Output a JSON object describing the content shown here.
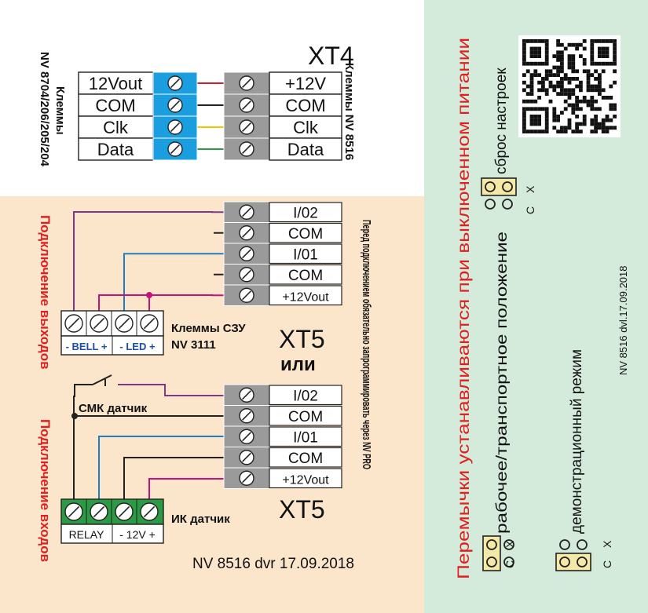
{
  "xt4": {
    "title": "XT4",
    "left_rows": [
      "12Vout",
      "COM",
      "Clk",
      "Data"
    ],
    "right_rows": [
      "+12V",
      "COM",
      "Clk",
      "Data"
    ],
    "left_caption": "Клеммы",
    "left_caption2": "NV 8704/206/205/204",
    "right_caption": "Клеммы NV 8516"
  },
  "xt5": {
    "title": "XT5",
    "rows": [
      "I/02",
      "COM",
      "I/01",
      "COM",
      "+12Vout"
    ],
    "or_label": "или"
  },
  "sz": {
    "title": "Клеммы СЗУ",
    "model": "NV 3111",
    "bell": "- BELL +",
    "led": "- LED +"
  },
  "inputs": {
    "smk_label": "СМК датчик",
    "ik_label": "ИК датчик",
    "relay": "RELAY",
    "v12": "- 12V +"
  },
  "side": {
    "outputs": "Подключение выходов",
    "inputs": "Подключение входов",
    "warning": "Перед подключением обязательно запрограммировать через NV PRO"
  },
  "footer": "NV 8516 dvr 17.09.2018",
  "green": {
    "header": "Перемычки устанавливаются при выключенном питании",
    "reset": "сброс настроек",
    "working": "рабочее/транспортное положение",
    "demo": "демонстрационный режим",
    "version": "NV 8516 dvl.17.09.2018",
    "c_label": "C",
    "x_label": "X"
  },
  "colors": {
    "peach": "#fbe6cc",
    "green_panel": "#d4ebdb",
    "terminal_blue": "#1a9ee0",
    "terminal_gray": "#9a9a9a",
    "terminal_green": "#2b9a45",
    "red_text": "#e02020",
    "wire_red": "#d21f2b",
    "wire_yellow": "#f3c400",
    "wire_green": "#2b9a45",
    "wire_purple": "#7a3a8c",
    "wire_blue": "#1f7ec2",
    "wire_magenta": "#c5117a"
  },
  "icons": [
    "screw-terminal-icon",
    "qr-code-icon",
    "jumper-icon"
  ]
}
